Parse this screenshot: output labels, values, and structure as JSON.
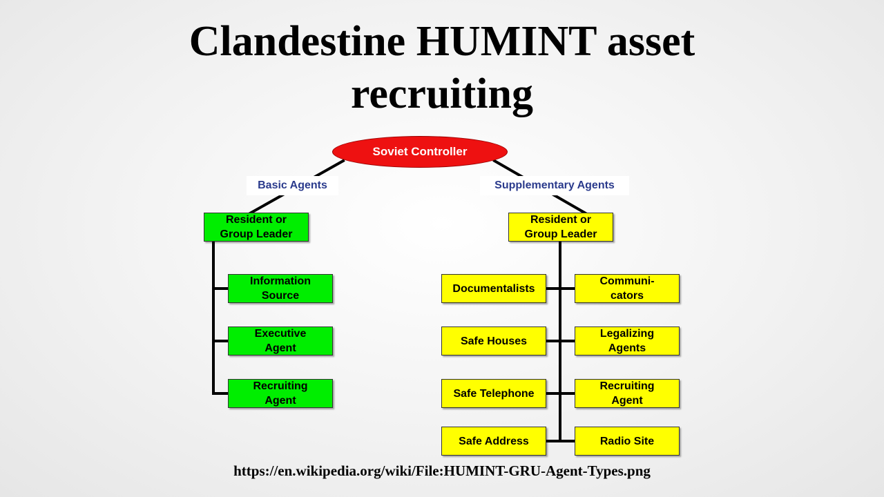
{
  "title": {
    "line1": "Clandestine HUMINT asset",
    "line2": "recruiting"
  },
  "root": {
    "label": "Soviet Controller"
  },
  "groups": {
    "basic": {
      "label": "Basic Agents"
    },
    "supplementary": {
      "label": "Supplementary Agents"
    }
  },
  "basic_branch": {
    "leader": "Resident or\nGroup Leader",
    "children": [
      "Information\nSource",
      "Executive\nAgent",
      "Recruiting\nAgent"
    ]
  },
  "supplementary_branch": {
    "leader": "Resident or\nGroup Leader",
    "left_children": [
      "Documentalists",
      "Safe Houses",
      "Safe Telephone",
      "Safe Address"
    ],
    "right_children": [
      "Communi-\ncators",
      "Legalizing\nAgents",
      "Recruiting\nAgent",
      "Radio Site"
    ]
  },
  "source_url": "https://en.wikipedia.org/wiki/File:HUMINT-GRU-Agent-Types.png",
  "colors": {
    "root_fill": "#ee1111",
    "basic_fill": "#00ee00",
    "supplementary_fill": "#ffff00",
    "group_label_text": "#2a3a8c"
  }
}
